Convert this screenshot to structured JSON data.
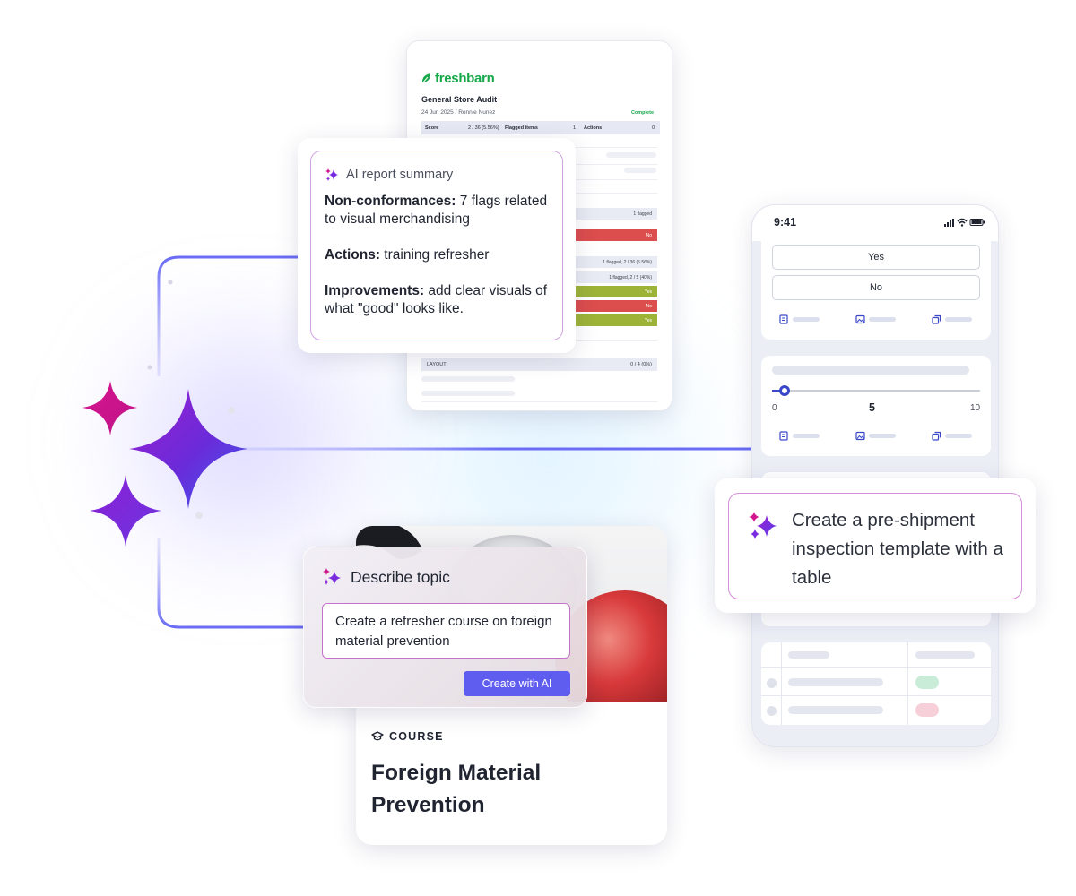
{
  "report": {
    "brand": "freshbarn",
    "title": "General  Store Audit",
    "meta": "24 Jun 2025 / Ronnie Nunez",
    "status": "Complete",
    "score_label": "Score",
    "score_value": "2 / 36 (5.56%)",
    "flagged_label": "Flagged items",
    "flagged_value": "1",
    "actions_label": "Actions",
    "actions_value": "0",
    "rows": {
      "r1": "1 flagged",
      "r2": "No",
      "r3": "1 flagged, 2 / 36 (5.56%)",
      "r4": "1 flagged, 2 / 5 (40%)",
      "r5": "Yes",
      "r6": "No",
      "r7": "Yes"
    },
    "section_label": "LAYOUT",
    "section_value": "0 / 4 (0%)",
    "brand_color": "#17a84a"
  },
  "summary": {
    "header": "AI report summary",
    "p1_bold": "Non-conformances:",
    "p1_text": " 7 flags related to visual merchandising",
    "p2_bold": "Actions:",
    "p2_text": " training refresher",
    "p3_bold": "Improvements:",
    "p3_text": " add clear visuals of what \"good\" looks like."
  },
  "phone": {
    "time": "9:41",
    "option_yes": "Yes",
    "option_no": "No",
    "slider_min": "0",
    "slider_max": "10",
    "slider_value": "5",
    "slider_fraction": 0.05,
    "icons": [
      "note-icon",
      "image-icon",
      "duplicate-icon"
    ]
  },
  "template_prompt": {
    "text": "Create a pre-shipment inspection template with a table"
  },
  "course": {
    "type_label": "COURSE",
    "title": "Foreign Material Prevention"
  },
  "topic": {
    "header": "Describe topic",
    "input_value": "Create a refresher course on foreign material prevention",
    "button_label": "Create with AI"
  },
  "colors": {
    "accent": "#5f5cf0",
    "connector": "#6a6cf5",
    "sparkle_pink": "#d4148e",
    "sparkle_purple": "#7a2be0",
    "flag_red": "#dc4d4d",
    "pass_green": "#9db338"
  }
}
